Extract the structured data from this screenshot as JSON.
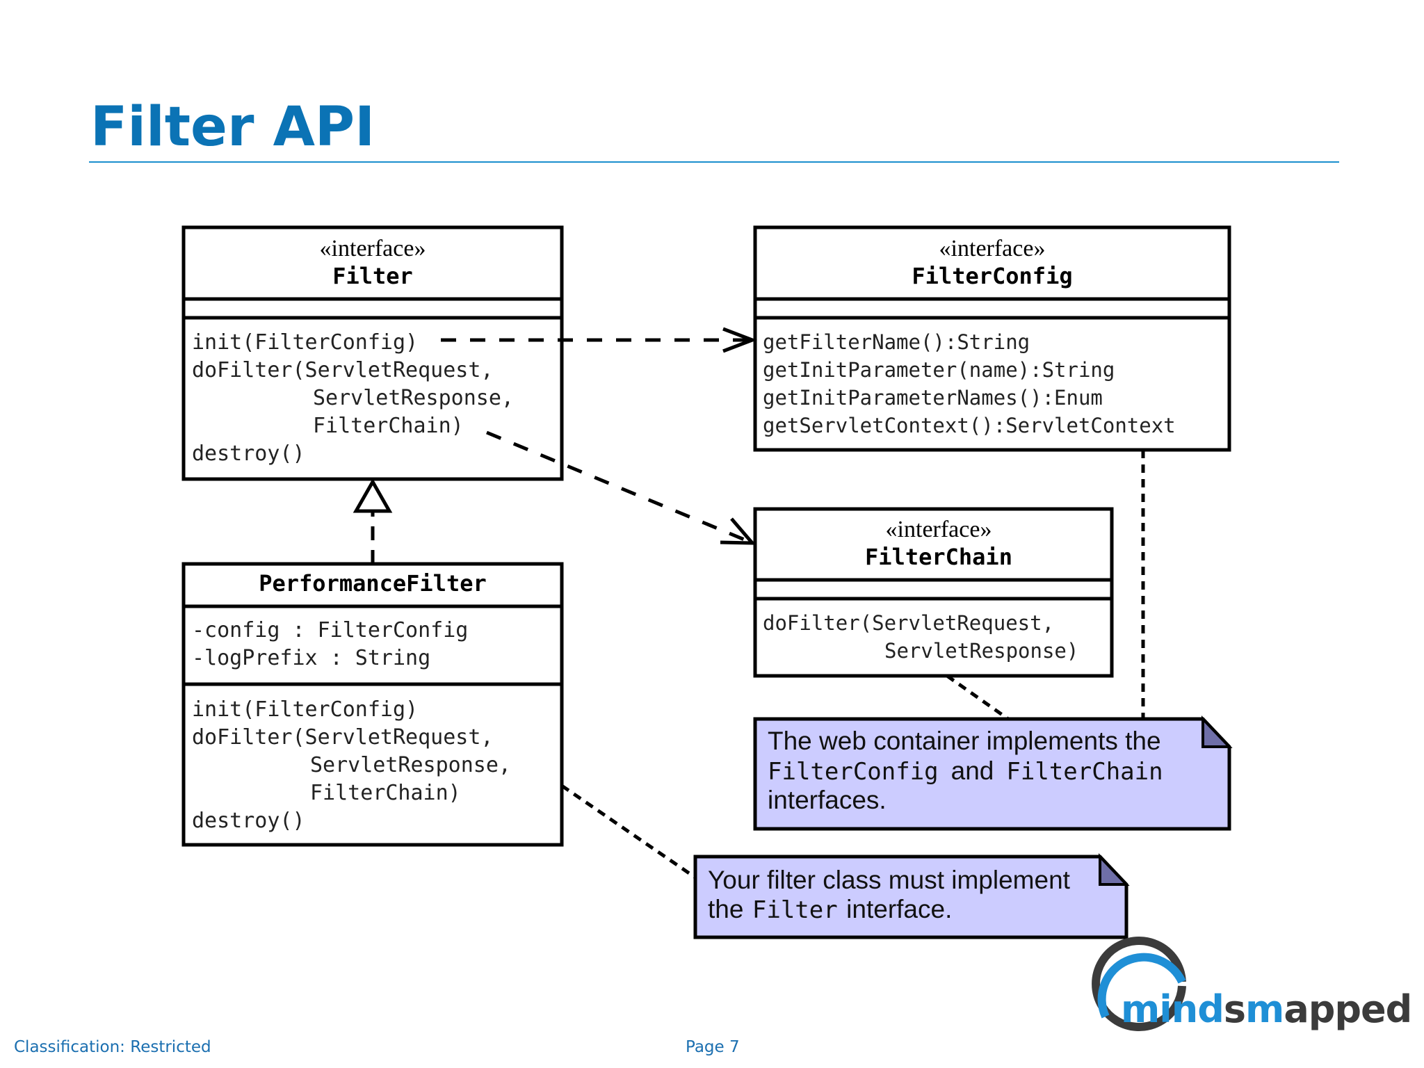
{
  "slide": {
    "title": "Filter API",
    "footer_classification": "Classification: Restricted",
    "footer_page": "Page 7",
    "logo_text": "mindsmapped",
    "colors": {
      "title": "#0b73b5",
      "rule": "#1a8fce",
      "note_fill": "#ccccff",
      "logo_blue": "#1f8fd6",
      "logo_gray": "#3b3b3b"
    }
  },
  "diagram": {
    "filter": {
      "stereotype": "«interface»",
      "name": "Filter",
      "methods": [
        "init(FilterConfig)",
        "doFilter(ServletRequest,",
        "ServletResponse,",
        "FilterChain)",
        "destroy()"
      ]
    },
    "filter_config": {
      "stereotype": "«interface»",
      "name": "FilterConfig",
      "methods": [
        "getFilterName():String",
        "getInitParameter(name):String",
        "getInitParameterNames():Enum",
        "getServletContext():ServletContext"
      ]
    },
    "filter_chain": {
      "stereotype": "«interface»",
      "name": "FilterChain",
      "methods": [
        "doFilter(ServletRequest,",
        "ServletResponse)"
      ]
    },
    "performance_filter": {
      "name": "PerformanceFilter",
      "attributes": [
        "-config : FilterConfig",
        "-logPrefix : String"
      ],
      "methods": [
        "init(FilterConfig)",
        "doFilter(ServletRequest,",
        "ServletResponse,",
        "FilterChain)",
        "destroy()"
      ]
    },
    "note_container": {
      "line1": "The web container implements the",
      "code1": "FilterConfig",
      "and": "and",
      "code2": "FilterChain",
      "line3": "interfaces."
    },
    "note_filter": {
      "line1": "Your filter class must implement",
      "the": "the",
      "code": "Filter",
      "rest": "interface."
    }
  }
}
